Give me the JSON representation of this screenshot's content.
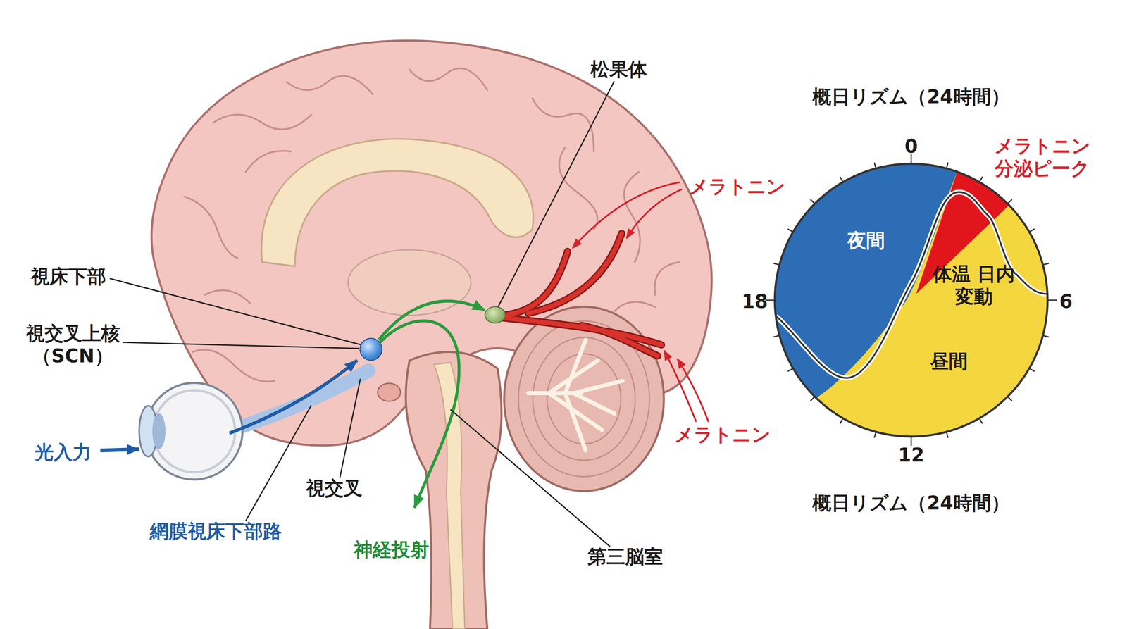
{
  "diagram": {
    "title": "概日リズム（24時間）",
    "caption": "概日リズム（24時間）",
    "nodes": [
      {
        "text": [
          "視交叉上核（SCN）"
        ]
      },
      {
        "text": [
          "松果体"
        ]
      },
      {
        "text": [
          "夜間",
          "体温 日内変動",
          "昼間"
        ]
      }
    ],
    "edges": [
      {
        "from": 0,
        "to": 1,
        "arrow": "to"
      }
    ],
    "labels": [
      "視床下部",
      "メラトニン",
      "メラトニン",
      "光入力",
      "網膜視床下部路",
      "視交叉",
      "神経投射",
      "第三脳室",
      "メラトニン 分泌ピーク",
      "0",
      "6",
      "12",
      "18"
    ]
  }
}
